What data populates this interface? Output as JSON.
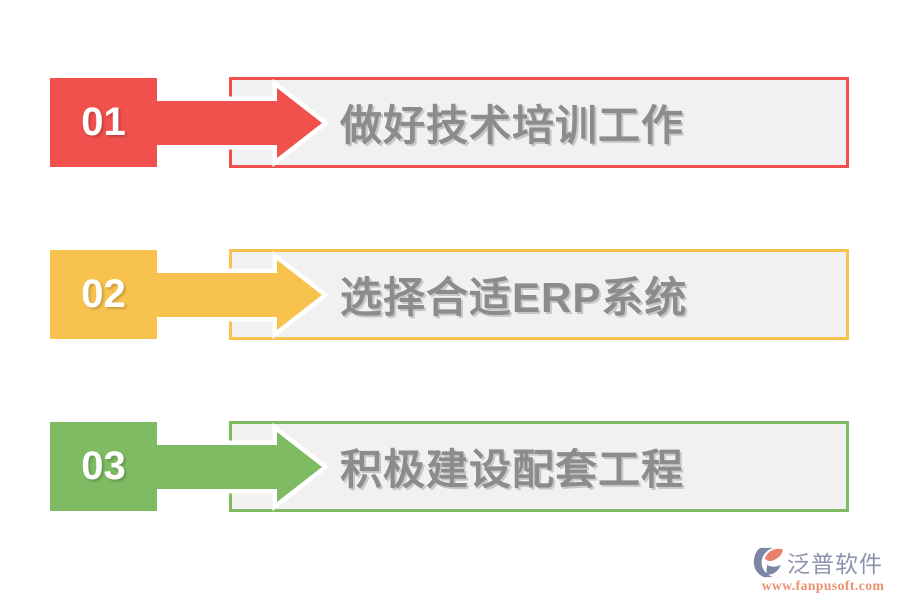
{
  "page": {
    "background": "#ffffff"
  },
  "rows": [
    {
      "number": "01",
      "label": "做好技术培训工作",
      "accent": "#F0514C"
    },
    {
      "number": "02",
      "label": "选择合适ERP系统",
      "accent": "#F8C24F"
    },
    {
      "number": "03",
      "label": "积极建设配套工程",
      "accent": "#7EBB62"
    }
  ],
  "colors": {
    "banner_fill": "#F1F1F1",
    "banner_text": "#8C8C8C",
    "number_text": "#FFFFFF"
  },
  "watermark": {
    "brand": "泛普软件",
    "url": "www.fanpusoft.com",
    "brand_color": "#8B93AF",
    "url_color": "#E9906F",
    "logo_slate": "#7D87A5",
    "logo_orange": "#E8816A",
    "logo_icon": "fanpu-logo-icon"
  }
}
